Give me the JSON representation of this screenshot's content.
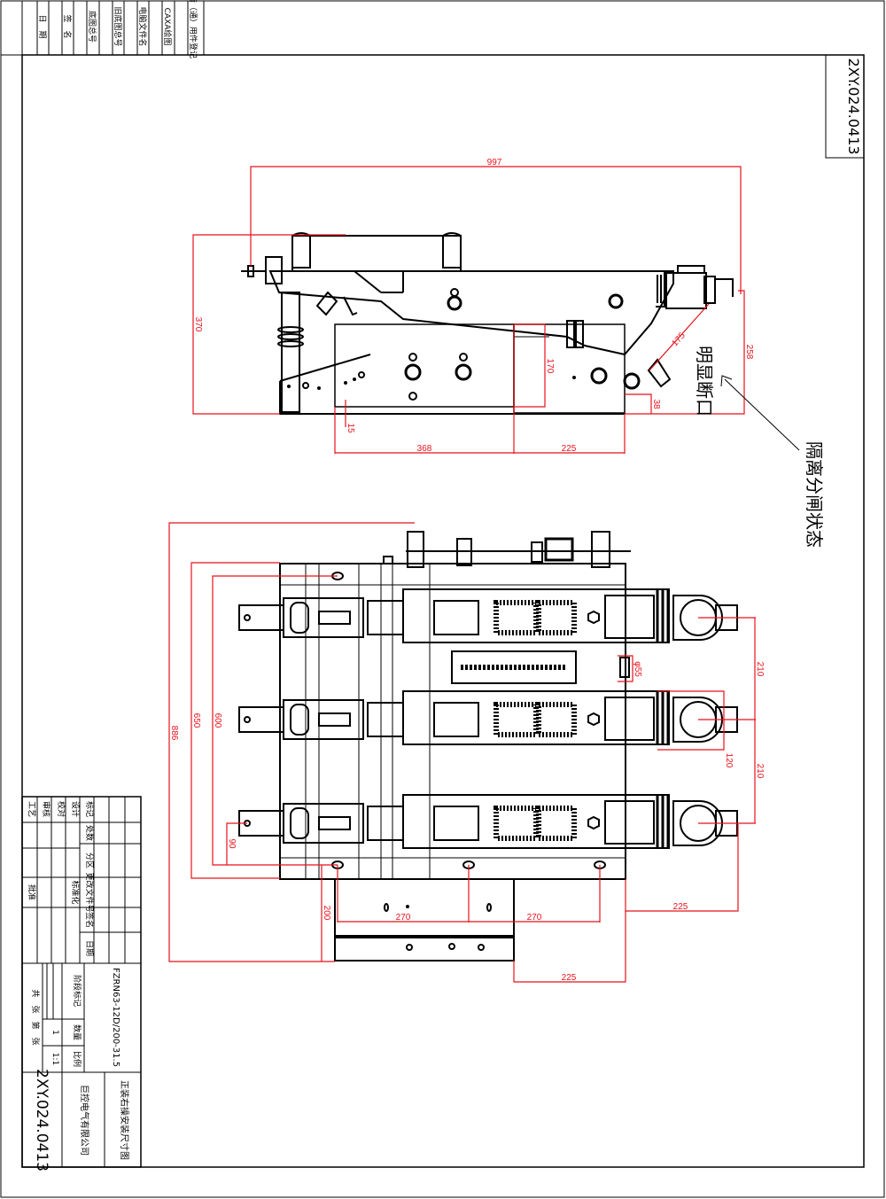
{
  "drawing": {
    "number": "2XY.024.0413",
    "colors": {
      "dimension": "#e8121b",
      "line": "#000000",
      "paper": "#ffffff"
    }
  },
  "left_strip": {
    "cells": [
      "日　期",
      "签　名",
      "底图总号",
      "旧底图总号",
      "电脑文件名",
      "CAXA绘图",
      "借（通）用件登记"
    ]
  },
  "side_view": {
    "dimensions": {
      "overall_length": "997",
      "height": "370",
      "offset_15": "15",
      "base_368": "368",
      "base_225": "225",
      "panel_170": "170",
      "diag_175": "175",
      "right_258": "258",
      "gap_38": "38"
    },
    "annotation_gap": "明显断口",
    "annotation_state": "隔离分闸状态"
  },
  "top_view": {
    "dimensions": {
      "d886": "886",
      "d650": "650",
      "d600": "600",
      "d90": "90",
      "d200": "200",
      "d270a": "270",
      "d270b": "270",
      "d225_right": "225",
      "d225_bottom": "225",
      "phase_210a": "210",
      "phase_210b": "210",
      "d120": "120",
      "phi55": "φ55"
    }
  },
  "title_block": {
    "rev_headers": [
      "标记",
      "处数",
      "分区",
      "更改文件号",
      "签名",
      "日期"
    ],
    "roles": [
      "设计",
      "校对",
      "审核",
      "工艺"
    ],
    "standardization": "标准化",
    "approve": "批准",
    "stage_mark": "阶段标记",
    "weight_label": "数量",
    "weight_value": "1",
    "scale_label": "比例",
    "scale_value": "1:1",
    "sheet_info": "共　张　第　张",
    "model": "FZRN63-12D/200-31.5",
    "title": "正装右操安装尺寸图",
    "company": "巨控电气有限公司",
    "number": "2XY.024.0413"
  }
}
